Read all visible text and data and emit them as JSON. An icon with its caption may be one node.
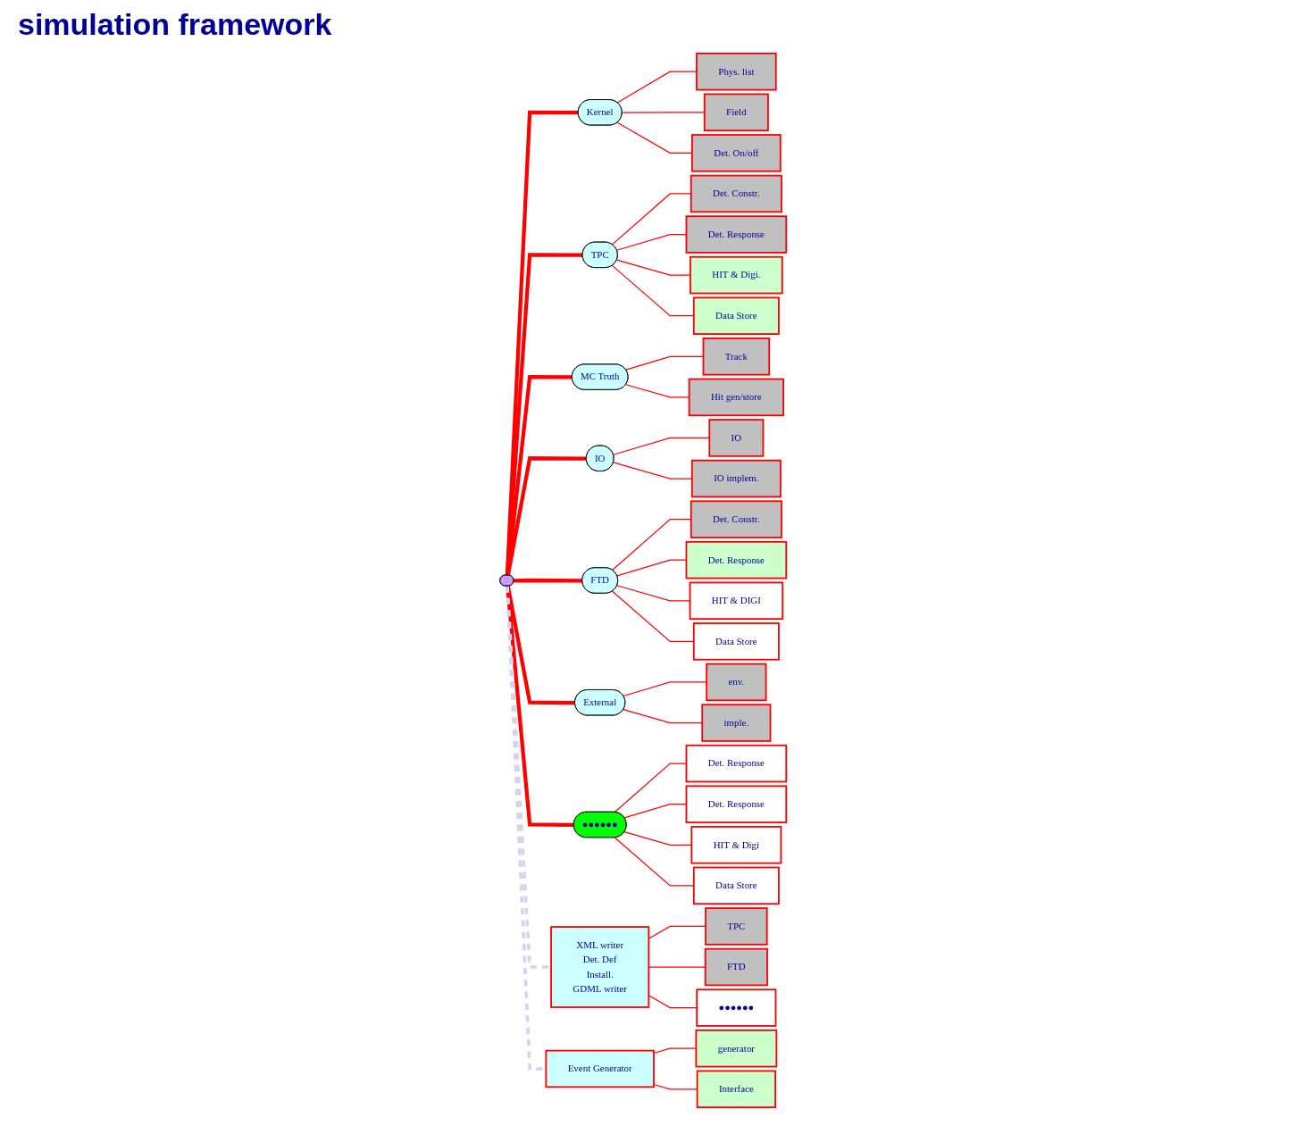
{
  "diagram": {
    "title": "simulation framework",
    "nodes": [
      {
        "text": [],
        "shape": "ellipse"
      },
      {
        "text": [
          "Kernel"
        ]
      },
      {
        "text": [
          "Phys. list"
        ]
      },
      {
        "text": [
          "Field"
        ]
      },
      {
        "text": [
          "Det. On/off"
        ]
      },
      {
        "text": [
          "TPC"
        ]
      },
      {
        "text": [
          "Det. Constr."
        ]
      },
      {
        "text": [
          "Det. Response"
        ]
      },
      {
        "text": [
          "HIT & Digi."
        ]
      },
      {
        "text": [
          "Data Store"
        ]
      },
      {
        "text": [
          "MC Truth"
        ]
      },
      {
        "text": [
          "Track"
        ]
      },
      {
        "text": [
          "Hit gen/store"
        ]
      },
      {
        "text": [
          "IO"
        ]
      },
      {
        "text": [
          "IO"
        ]
      },
      {
        "text": [
          "IO implem."
        ]
      },
      {
        "text": [
          "FTD"
        ]
      },
      {
        "text": [
          "Det. Constr."
        ]
      },
      {
        "text": [
          "Det. Response"
        ]
      },
      {
        "text": [
          "HIT & DIGI"
        ]
      },
      {
        "text": [
          "Data Store"
        ]
      },
      {
        "text": [
          "External"
        ]
      },
      {
        "text": [
          "env."
        ]
      },
      {
        "text": [
          "imple."
        ]
      },
      {
        "text": [
          "●●●●●●"
        ]
      },
      {
        "text": [
          "Det. Response"
        ]
      },
      {
        "text": [
          "Det. Response"
        ]
      },
      {
        "text": [
          "HIT & Digi"
        ]
      },
      {
        "text": [
          "Data Store"
        ]
      },
      {
        "text": [
          "XML writer",
          "Det. Def",
          "Install.",
          "GDML writer"
        ]
      },
      {
        "text": [
          "TPC"
        ]
      },
      {
        "text": [
          "FTD"
        ]
      },
      {
        "text": [
          "●●●●●●"
        ]
      },
      {
        "text": [
          "Event Generator"
        ]
      },
      {
        "text": [
          "generator"
        ]
      },
      {
        "text": [
          "Interface"
        ]
      }
    ],
    "edges": [
      {
        "from": 0,
        "to": 1,
        "arrow": "none",
        "style": "thick"
      },
      {
        "from": 0,
        "to": 5,
        "arrow": "none",
        "style": "thick"
      },
      {
        "from": 0,
        "to": 10,
        "arrow": "none",
        "style": "thick"
      },
      {
        "from": 0,
        "to": 13,
        "arrow": "none",
        "style": "thick"
      },
      {
        "from": 0,
        "to": 16,
        "arrow": "none",
        "style": "thick"
      },
      {
        "from": 0,
        "to": 21,
        "arrow": "none",
        "style": "thick"
      },
      {
        "from": 0,
        "to": 24,
        "arrow": "none",
        "style": "thick"
      },
      {
        "from": 0,
        "to": 29,
        "arrow": "none",
        "style": "dashed",
        "color": "#d4d4ec"
      },
      {
        "from": 0,
        "to": 33,
        "arrow": "none",
        "style": "dashed",
        "color": "#d4d4ec"
      },
      {
        "from": 1,
        "to": 2,
        "arrow": "none"
      },
      {
        "from": 1,
        "to": 3,
        "arrow": "none"
      },
      {
        "from": 1,
        "to": 4,
        "arrow": "none"
      },
      {
        "from": 5,
        "to": 6,
        "arrow": "none"
      },
      {
        "from": 5,
        "to": 7,
        "arrow": "none"
      },
      {
        "from": 5,
        "to": 8,
        "arrow": "none"
      },
      {
        "from": 5,
        "to": 9,
        "arrow": "none"
      },
      {
        "from": 10,
        "to": 11,
        "arrow": "none"
      },
      {
        "from": 10,
        "to": 12,
        "arrow": "none"
      },
      {
        "from": 13,
        "to": 14,
        "arrow": "none"
      },
      {
        "from": 13,
        "to": 15,
        "arrow": "none"
      },
      {
        "from": 16,
        "to": 17,
        "arrow": "none"
      },
      {
        "from": 16,
        "to": 18,
        "arrow": "none"
      },
      {
        "from": 16,
        "to": 19,
        "arrow": "none"
      },
      {
        "from": 16,
        "to": 20,
        "arrow": "none"
      },
      {
        "from": 21,
        "to": 22,
        "arrow": "none"
      },
      {
        "from": 21,
        "to": 23,
        "arrow": "none"
      },
      {
        "from": 24,
        "to": 25,
        "arrow": "none"
      },
      {
        "from": 24,
        "to": 26,
        "arrow": "none"
      },
      {
        "from": 24,
        "to": 27,
        "arrow": "none"
      },
      {
        "from": 24,
        "to": 28,
        "arrow": "none"
      },
      {
        "from": 29,
        "to": 30,
        "arrow": "none"
      },
      {
        "from": 29,
        "to": 31,
        "arrow": "none"
      },
      {
        "from": 29,
        "to": 32,
        "arrow": "none"
      },
      {
        "from": 33,
        "to": 34,
        "arrow": "none"
      },
      {
        "from": 33,
        "to": 35,
        "arrow": "none"
      }
    ]
  }
}
